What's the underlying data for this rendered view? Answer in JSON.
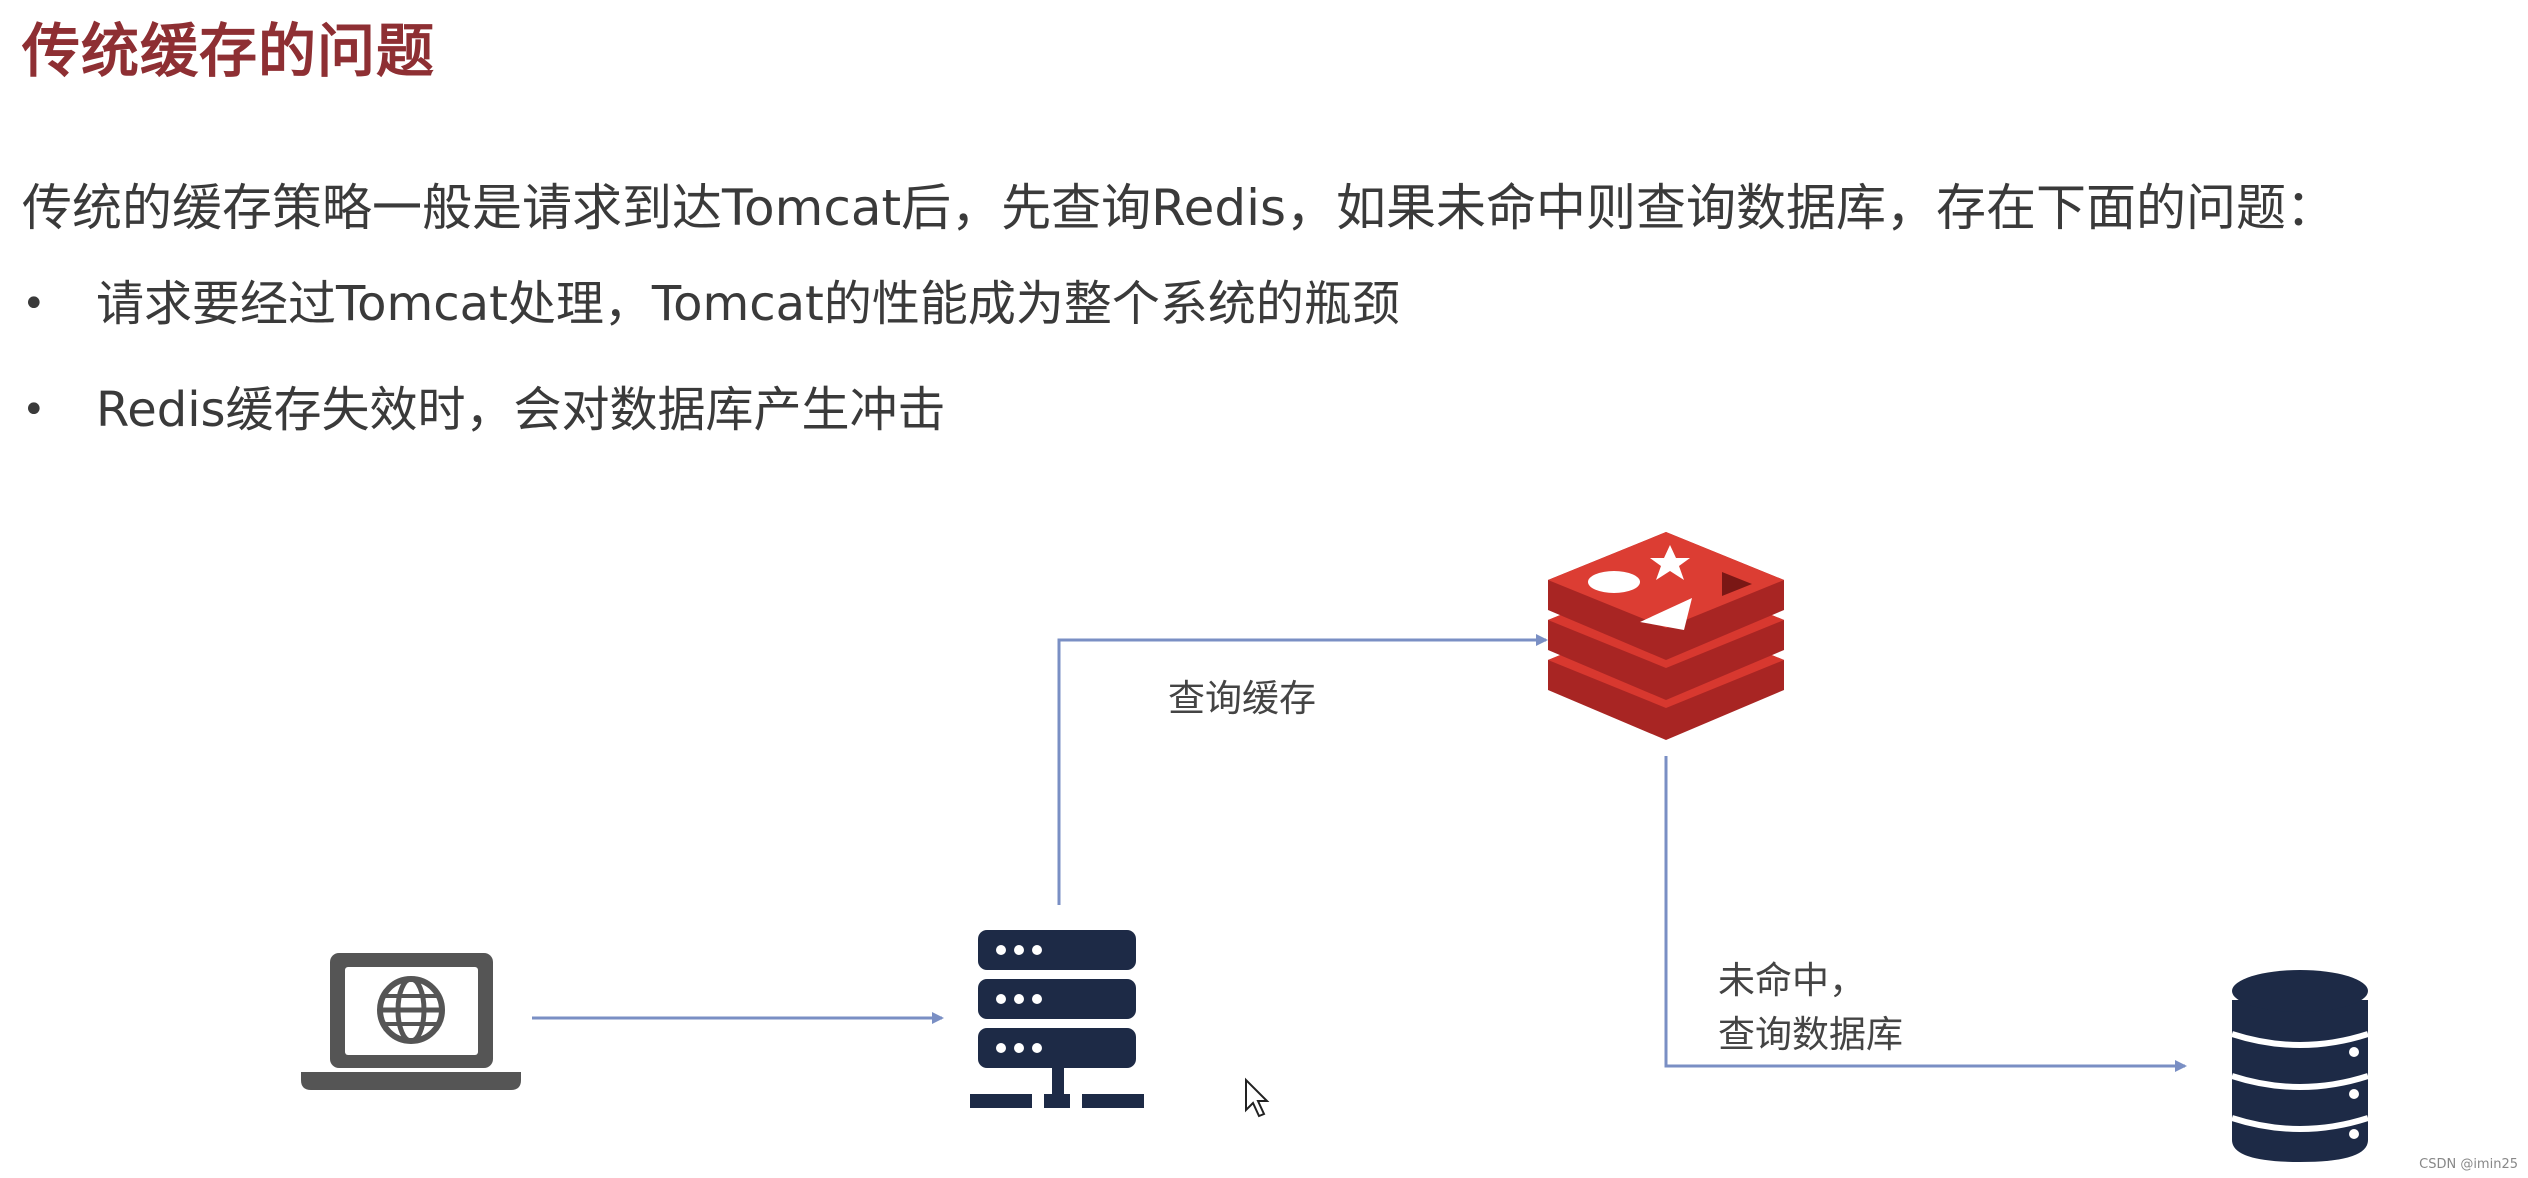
{
  "title": "传统缓存的问题",
  "intro": "传统的缓存策略一般是请求到达Tomcat后，先查询Redis，如果未命中则查询数据库，存在下面的问题：",
  "bullets": [
    "请求要经过Tomcat处理，Tomcat的性能成为整个系统的瓶颈",
    "Redis缓存失效时，会对数据库产生冲击"
  ],
  "bullet_symbol": "•",
  "diagram": {
    "nodes": [
      {
        "id": "client",
        "icon": "laptop-globe-icon"
      },
      {
        "id": "tomcat",
        "icon": "server-rack-icon"
      },
      {
        "id": "redis",
        "icon": "redis-logo-icon"
      },
      {
        "id": "database",
        "icon": "database-icon"
      }
    ],
    "edges": [
      {
        "from": "client",
        "to": "tomcat",
        "label": ""
      },
      {
        "from": "tomcat",
        "to": "redis",
        "label": "查询缓存"
      },
      {
        "from": "redis",
        "to": "database",
        "label_lines": [
          "未命中，",
          "查询数据库"
        ]
      }
    ]
  },
  "watermark": "CSDN @imin25",
  "colors": {
    "title": "#8e2f33",
    "arrow": "#7a8fc4",
    "icon_dark": "#1d2a46",
    "laptop": "#555555",
    "redis_red": "#c9302c"
  }
}
